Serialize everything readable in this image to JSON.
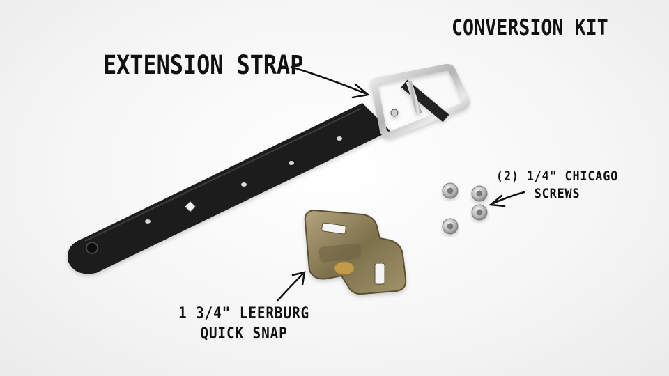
{
  "scene": {
    "title": "CONVERSION KIT",
    "labels": {
      "extension_strap": "EXTENSION STRAP",
      "screws_line1": "(2) 1/4\" CHICAGO",
      "screws_line2": "SCREWS",
      "snap_line1": "1 3/4\" LEERBURG",
      "snap_line2": "QUICK SNAP"
    },
    "colors": {
      "background": "#f4f4f4",
      "strap": "#1f1f1f",
      "buckle_metal": "#c8c8c8",
      "snap_brass": "#8e8058",
      "text": "#111111"
    },
    "items": [
      "leather-strap",
      "roller-buckle",
      "quick-snap-buckle",
      "chicago-screw",
      "chicago-screw",
      "chicago-screw",
      "chicago-screw"
    ]
  }
}
